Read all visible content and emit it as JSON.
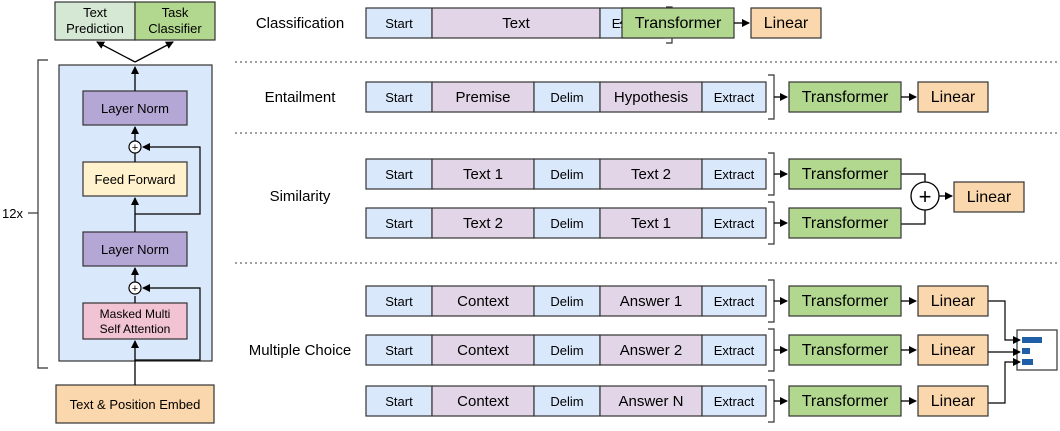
{
  "architecture": {
    "outputs": [
      "Text Prediction",
      "Task Classifier"
    ],
    "repeat_label": "12x",
    "blocks": [
      "Layer Norm",
      "Feed Forward",
      "Layer Norm",
      "Masked Multi Self Attention"
    ],
    "embed": "Text & Position Embed"
  },
  "tasks": {
    "classification": {
      "label": "Classification",
      "rows": [
        [
          "Start",
          "Text",
          "Extract"
        ]
      ],
      "transformer": "Transformer",
      "linear": "Linear"
    },
    "entailment": {
      "label": "Entailment",
      "rows": [
        [
          "Start",
          "Premise",
          "Delim",
          "Hypothesis",
          "Extract"
        ]
      ],
      "transformer": "Transformer",
      "linear": "Linear"
    },
    "similarity": {
      "label": "Similarity",
      "rows": [
        [
          "Start",
          "Text 1",
          "Delim",
          "Text 2",
          "Extract"
        ],
        [
          "Start",
          "Text 2",
          "Delim",
          "Text 1",
          "Extract"
        ]
      ],
      "transformer": "Transformer",
      "linear": "Linear"
    },
    "multiple_choice": {
      "label": "Multiple Choice",
      "rows": [
        [
          "Start",
          "Context",
          "Delim",
          "Answer 1",
          "Extract"
        ],
        [
          "Start",
          "Context",
          "Delim",
          "Answer 2",
          "Extract"
        ],
        [
          "Start",
          "Context",
          "Delim",
          "Answer N",
          "Extract"
        ]
      ],
      "transformer": "Transformer",
      "linear": "Linear"
    }
  },
  "colors": {
    "blue_token": "#dae8fc",
    "purple_token": "#e1d5e7",
    "green": "#b2d88f",
    "green_light": "#d5e8d4",
    "orange": "#fad7ac",
    "yellow": "#fff2cc",
    "pink": "#f1c3d3",
    "layer_norm": "#b4a7d6",
    "stroke": "#333333",
    "arrow": "#000000"
  }
}
